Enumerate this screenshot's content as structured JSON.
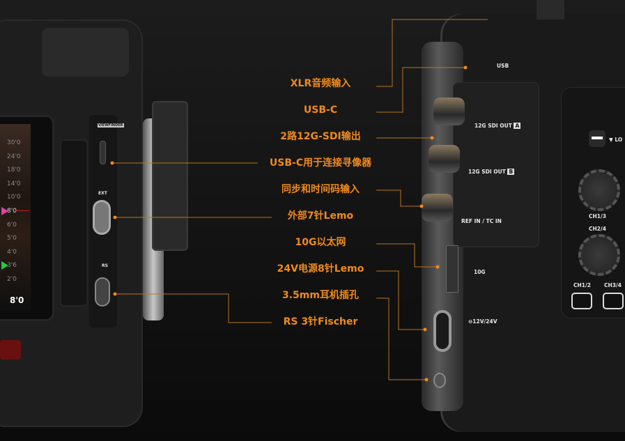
{
  "callouts": [
    {
      "label": "XLR音频输入"
    },
    {
      "label": "USB-C"
    },
    {
      "label": "2路12G-SDI输出"
    },
    {
      "label": "USB-C用于连接寻像器"
    },
    {
      "label": "同步和时间码输入"
    },
    {
      "label": "外部7针Lemo"
    },
    {
      "label": "10G以太网"
    },
    {
      "label": "24V电源8针Lemo"
    },
    {
      "label": "3.5mm耳机插孔"
    },
    {
      "label": "RS 3针Fischer"
    }
  ],
  "camera_left": {
    "focus_scale": [
      "30'0",
      "24'0",
      "18'0",
      "14'0",
      "10'0",
      "8'0",
      "6'0",
      "5'0",
      "4'0",
      "3'6",
      "2'0"
    ],
    "focus_readout": "8'0",
    "marker_a": "2",
    "marker_b": "1",
    "port_viewfinder": "VIEWFINDER",
    "port_ext": "EXT",
    "port_rs": "RS"
  },
  "camera_right": {
    "usb": "USB",
    "sdi_a": "12G SDI OUT",
    "sdi_a_badge": "A",
    "sdi_b": "12G SDI OUT",
    "sdi_b_badge": "B",
    "ref_in": "REF IN / TC IN",
    "ethernet": "10G",
    "power": "⊖12V/24V",
    "lock": "▼ LO",
    "knob1": "CH1/3",
    "knob2": "CH2/4",
    "btn1": "CH1/2",
    "btn2": "CH3/4"
  },
  "colors": {
    "accent": "#f08a1c",
    "leader": "#b8741f"
  }
}
